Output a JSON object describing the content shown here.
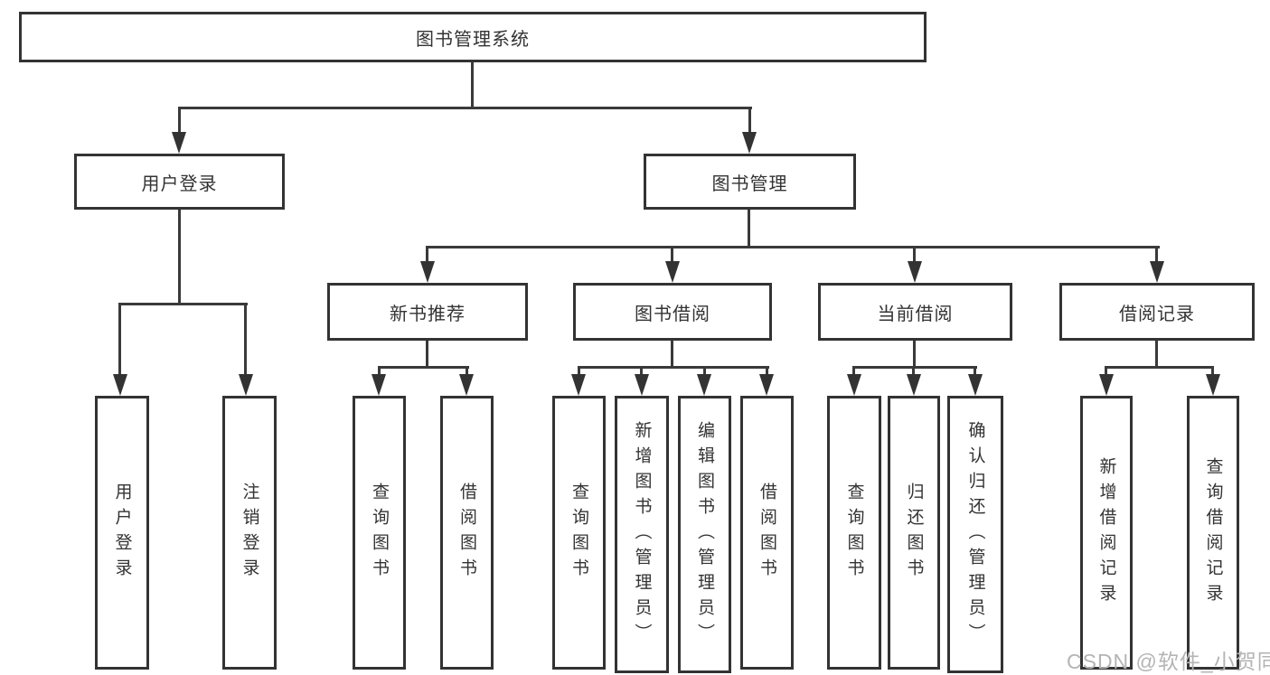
{
  "tree": {
    "label": "图书管理系统",
    "children": [
      {
        "label": "用户登录",
        "children": [
          {
            "label": "用户登录"
          },
          {
            "label": "注销登录"
          }
        ]
      },
      {
        "label": "图书管理",
        "children": [
          {
            "label": "新书推荐",
            "children": [
              {
                "label": "查询图书"
              },
              {
                "label": "借阅图书"
              }
            ]
          },
          {
            "label": "图书借阅",
            "children": [
              {
                "label": "查询图书"
              },
              {
                "label": "新增图书（管理员）"
              },
              {
                "label": "编辑图书（管理员）"
              },
              {
                "label": "借阅图书"
              }
            ]
          },
          {
            "label": "当前借阅",
            "children": [
              {
                "label": "查询图书"
              },
              {
                "label": "归还图书"
              },
              {
                "label": "确认归还（管理员）"
              }
            ]
          },
          {
            "label": "借阅记录",
            "children": [
              {
                "label": "新增借阅记录"
              },
              {
                "label": "查询借阅记录"
              }
            ]
          }
        ]
      }
    ]
  },
  "watermark": {
    "text": "CSDN @软件_小贺同学"
  },
  "colors": {
    "line": "#3a3a3a",
    "box_border": "#333333",
    "text": "#333333",
    "watermark": "#b4b4b4",
    "background": "#ffffff"
  }
}
